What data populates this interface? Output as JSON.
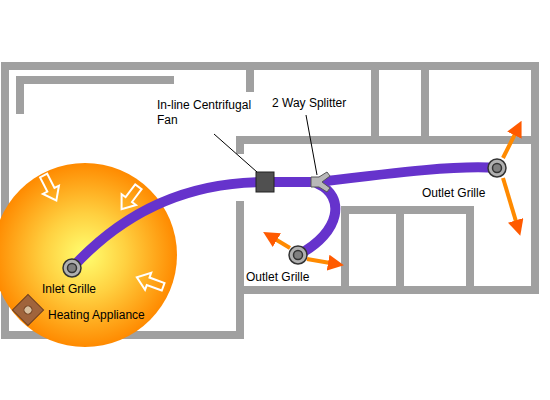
{
  "diagram": {
    "labels": [
      "In-line Centrifugal Fan",
      "2 Way Splitter",
      "Outlet Grille",
      "Outlet Grille",
      "Inlet Grille",
      "Heating Appliance"
    ]
  }
}
